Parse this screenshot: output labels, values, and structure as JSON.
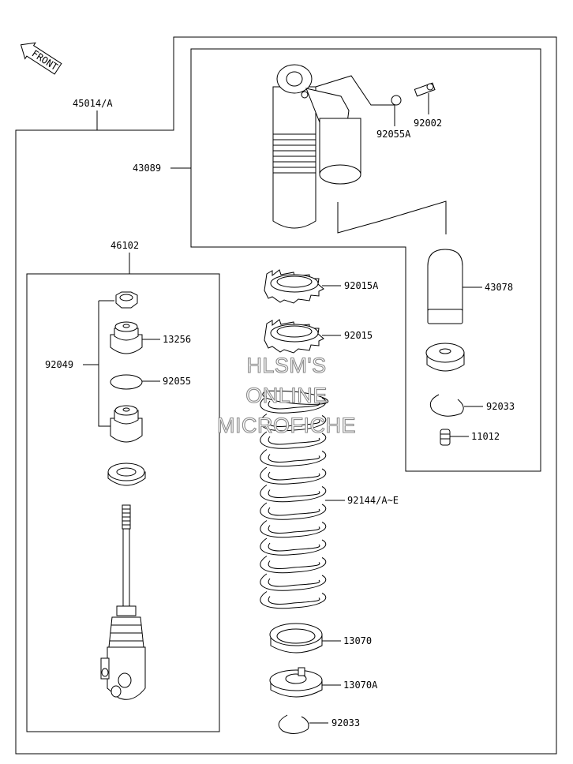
{
  "front_marker": "FRONT",
  "watermark": {
    "line1": "HLSM'S",
    "line2": "ONLINE",
    "line3": "MICROFICHE"
  },
  "labels": {
    "p45014A": "45014/A",
    "p43089": "43089",
    "p92055A": "92055A",
    "p92002": "92002",
    "p46102": "46102",
    "p92015A": "92015A",
    "p43078": "43078",
    "p92015": "92015",
    "p13256": "13256",
    "p92049": "92049",
    "p92055": "92055",
    "p92033a": "92033",
    "p11012": "11012",
    "p92144": "92144/A~E",
    "p13070": "13070",
    "p13070A": "13070A",
    "p92033b": "92033"
  }
}
